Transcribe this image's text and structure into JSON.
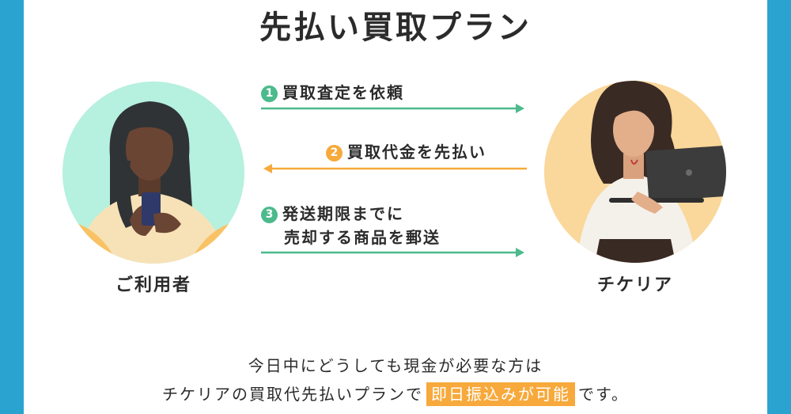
{
  "title": "先払い買取プラン",
  "steps": [
    {
      "num": "1",
      "lines": [
        "買取査定を依頼"
      ],
      "direction": "right",
      "color": "#4cba8c"
    },
    {
      "num": "2",
      "lines": [
        "買取代金を先払い"
      ],
      "direction": "left",
      "color": "#f7a93b"
    },
    {
      "num": "3",
      "lines": [
        "発送期限までに",
        "売却する商品を郵送"
      ],
      "direction": "right",
      "color": "#4cba8c"
    }
  ],
  "people": {
    "user_label": "ご利用者",
    "chikeria_label": "チケリア"
  },
  "description": {
    "line1": "今日中にどうしても現金が必要な方は",
    "line2_prefix": "チケリアの買取代先払いプランで",
    "highlight": "即日振込みが可能",
    "line2_suffix": "です。"
  },
  "colors": {
    "frame": "#2aa3d0",
    "green": "#4cba8c",
    "orange": "#f7a93b",
    "mint": "#b6f0df",
    "peach": "#fad79a"
  }
}
